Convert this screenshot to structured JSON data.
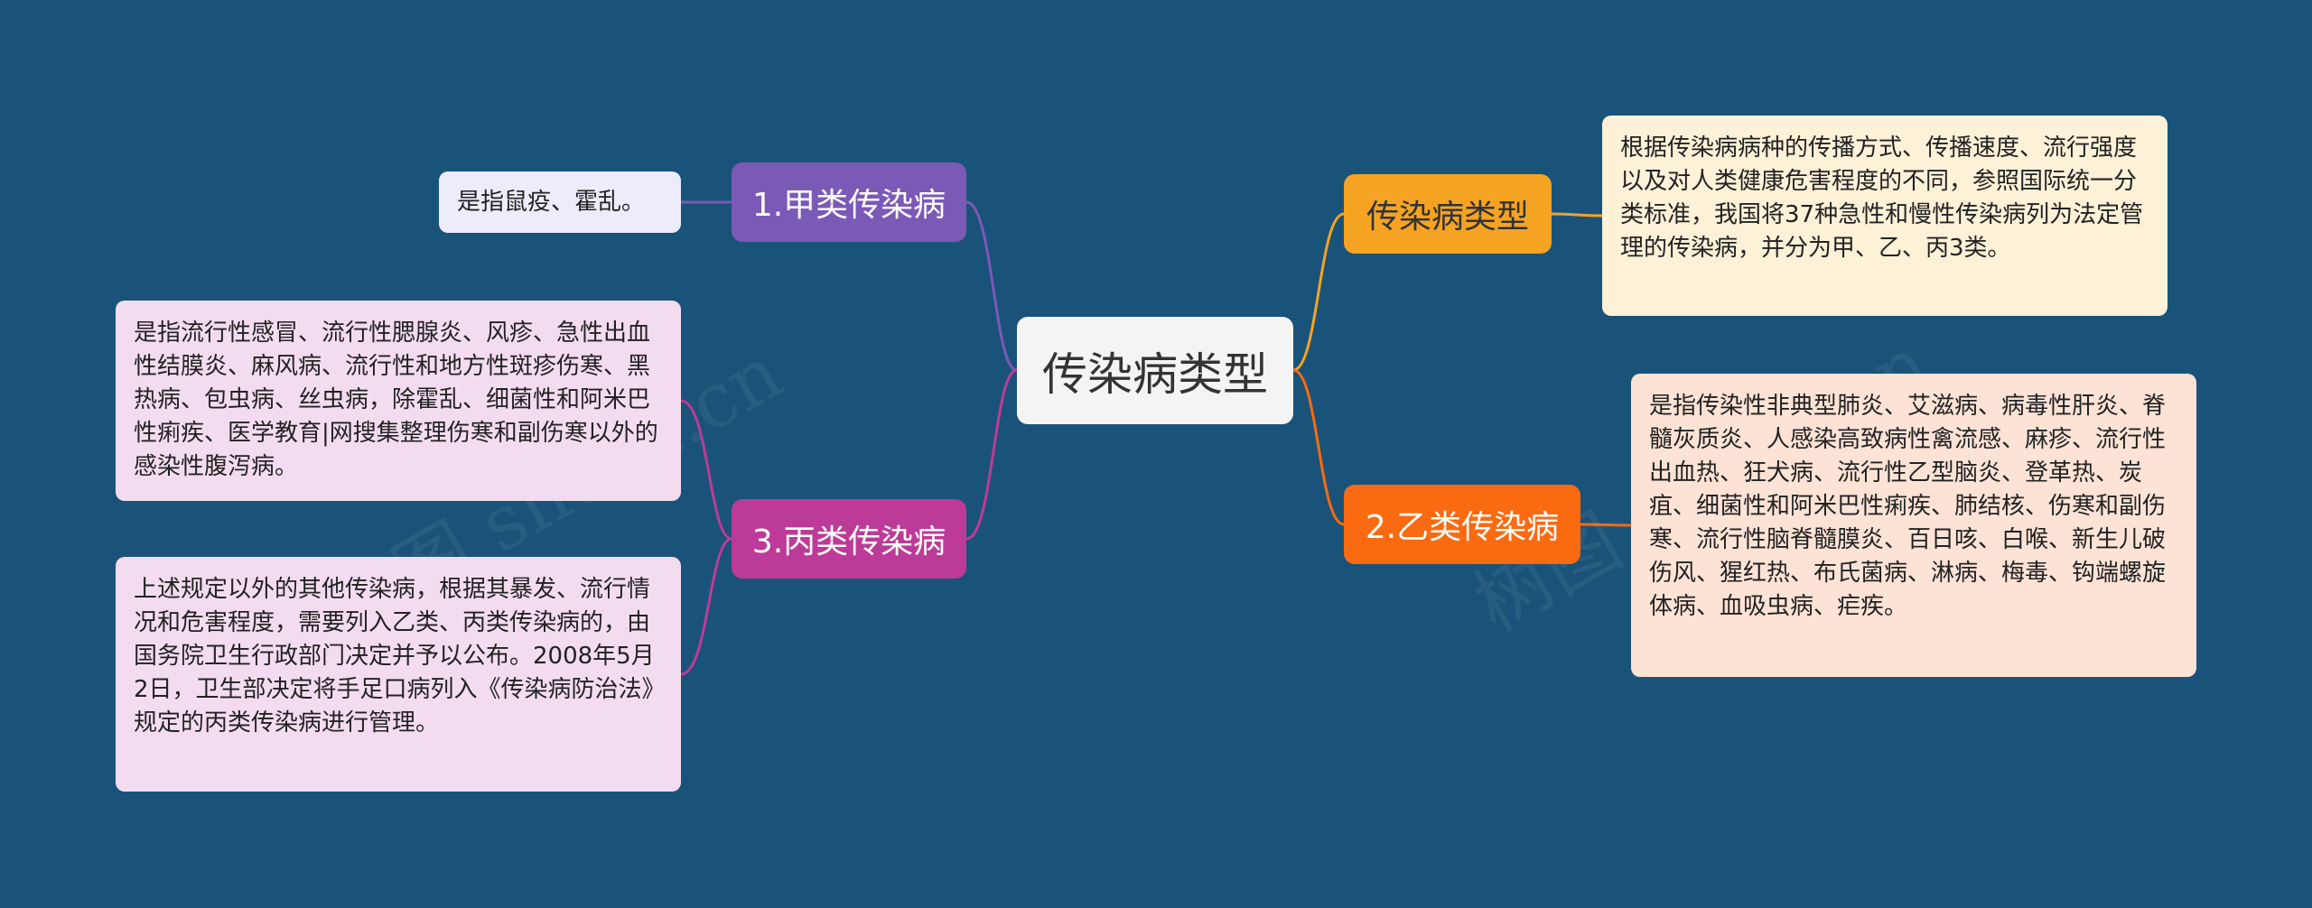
{
  "center": {
    "label": "传染病类型"
  },
  "branches": {
    "class_a": {
      "label": "1.甲类传染病",
      "color": "#7b59b7"
    },
    "class_c": {
      "label": "3.丙类传染病",
      "color": "#bd3b98"
    },
    "types": {
      "label": "传染病类型",
      "color": "#f5a322"
    },
    "class_b": {
      "label": "2.乙类传染病",
      "color": "#fa6a11"
    }
  },
  "leaves": {
    "class_a": "是指鼠疫、霍乱。",
    "class_c_1": "是指流行性感冒、流行性腮腺炎、风疹、急性出血性结膜炎、麻风病、流行性和地方性斑疹伤寒、黑热病、包虫病、丝虫病，除霍乱、细菌性和阿米巴性痢疾、医学教育|网搜集整理伤寒和副伤寒以外的感染性腹泻病。",
    "class_c_2": "上述规定以外的其他传染病，根据其暴发、流行情况和危害程度，需要列入乙类、丙类传染病的，由国务院卫生行政部门决定并予以公布。2008年5月2日，卫生部决定将手足口病列入《传染病防治法》规定的丙类传染病进行管理。",
    "types": "根据传染病病种的传播方式、传播速度、流行强度以及对人类健康危害程度的不同，参照国际统一分类标准，我国将37种急性和慢性传染病列为法定管理的传染病，并分为甲、乙、丙3类。",
    "class_b": "是指传染性非典型肺炎、艾滋病、病毒性肝炎、脊髓灰质炎、人感染高致病性禽流感、麻疹、流行性出血热、狂犬病、流行性乙型脑炎、登革热、炭疽、细菌性和阿米巴性痢疾、肺结核、伤寒和副伤寒、流行性脑脊髓膜炎、百日咳、白喉、新生儿破伤风、猩红热、布氏菌病、淋病、梅毒、钩端螺旋体病、血吸虫病、疟疾。"
  },
  "watermark": "树图 shutu.cn"
}
